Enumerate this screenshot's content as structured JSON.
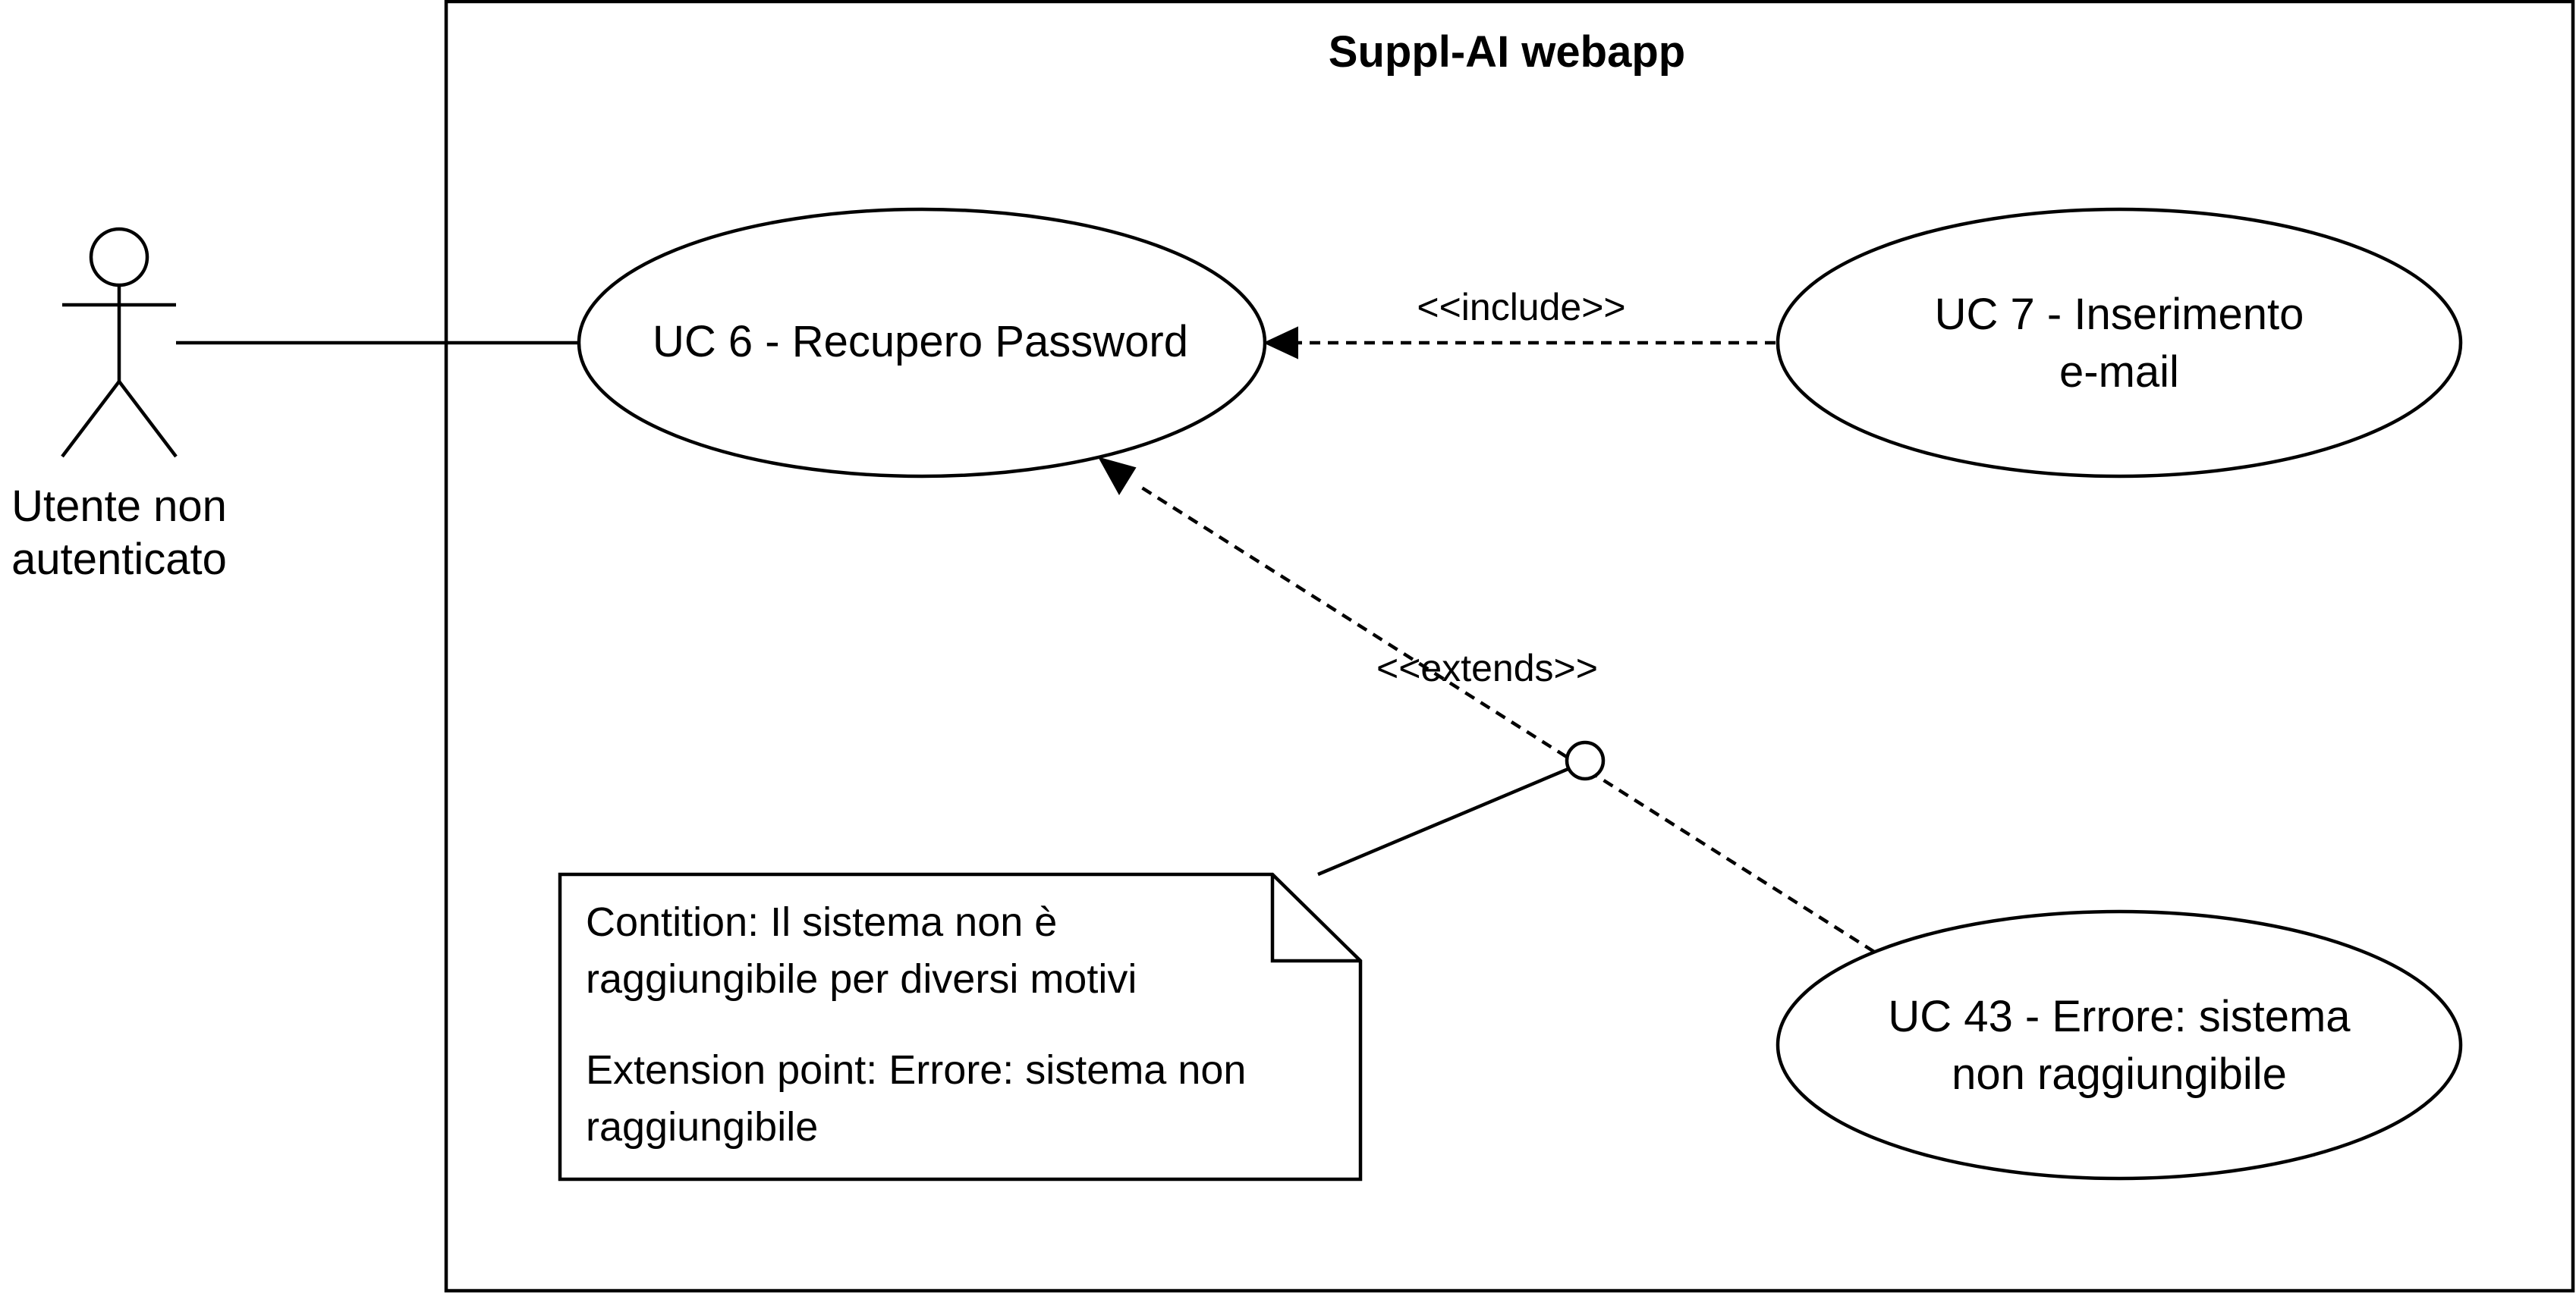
{
  "system": {
    "title": "Suppl-AI webapp"
  },
  "actor": {
    "name_line1": "Utente non",
    "name_line2": "autenticato"
  },
  "use_cases": {
    "uc6": {
      "line1": "UC 6 - Recupero Password"
    },
    "uc7": {
      "line1": "UC 7 - Inserimento",
      "line2": "e-mail"
    },
    "uc43": {
      "line1": "UC 43 - Errore: sistema",
      "line2": "non raggiungibile"
    }
  },
  "relations": {
    "include_label": "<<include>>",
    "extends_label": "<<extends>>"
  },
  "note": {
    "condition_line1": "Contition: Il sistema non è",
    "condition_line2": "raggiungibile per diversi motivi",
    "extension_line1": "Extension point: Errore: sistema non",
    "extension_line2": "raggiungibile"
  },
  "colors": {
    "stroke": "#000000",
    "background": "#ffffff"
  }
}
